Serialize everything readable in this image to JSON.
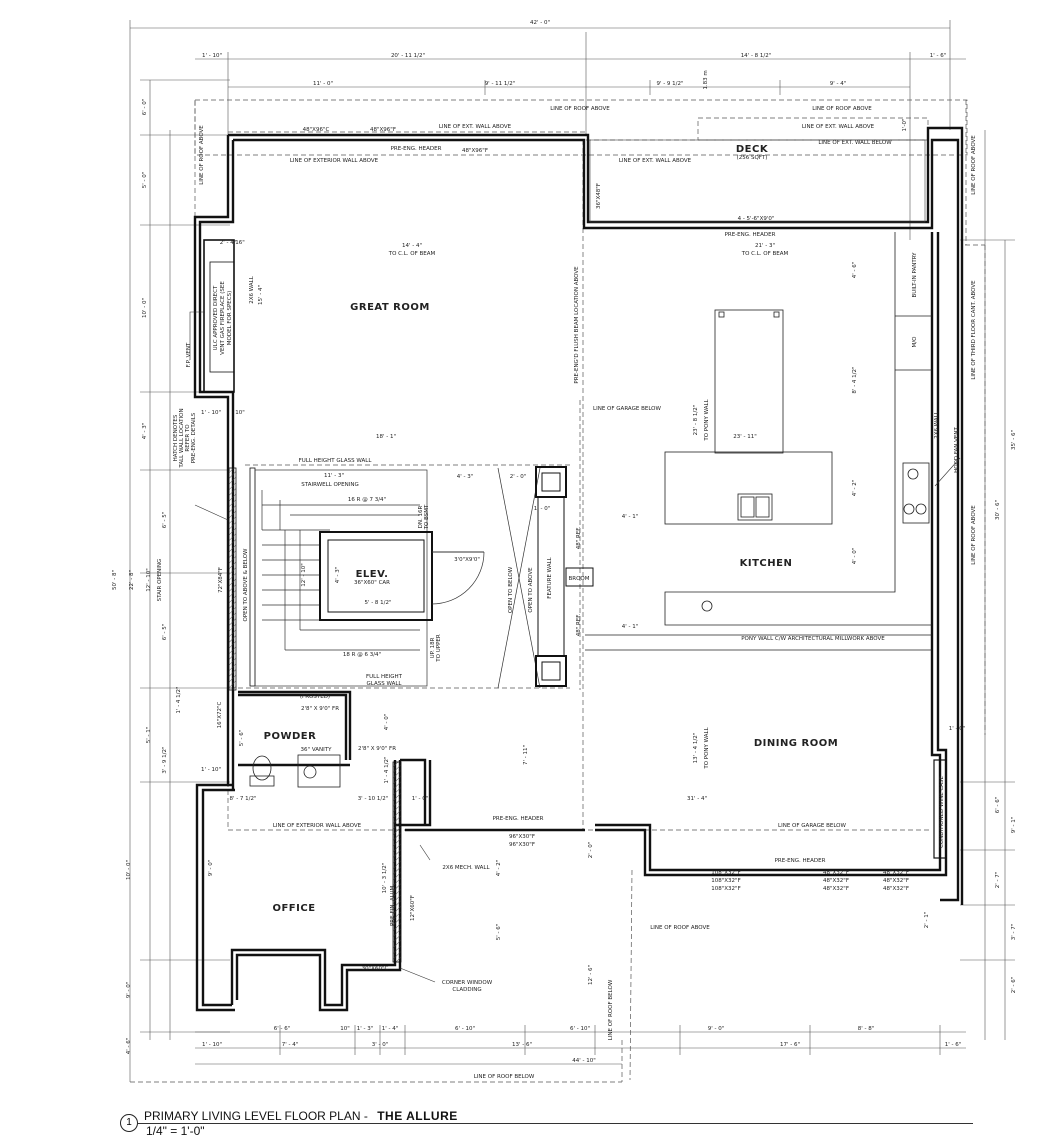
{
  "drawing": {
    "number": "1",
    "title": "PRIMARY LIVING LEVEL FLOOR PLAN -",
    "project": "THE ALLURE",
    "scale": "1/4\" = 1'-0\""
  },
  "rooms": {
    "great_room": "GREAT ROOM",
    "kitchen": "KITCHEN",
    "dining_room": "DINING ROOM",
    "office": "OFFICE",
    "powder": "POWDER",
    "elev": "ELEV.",
    "elev_car": "36\"X60\" CAR",
    "deck": "DECK",
    "deck_area": "(256 SQFT)",
    "broom": "BROOM"
  },
  "notes": {
    "roof_above_top": "LINE OF ROOF ABOVE",
    "ext_wall_above": "LINE OF EXT. WALL ABOVE",
    "ext_wall_above_2": "LINE OF EXT. WALL ABOVE",
    "ext_wall_above_3": "LINE OF EXT. WALL ABOVE",
    "ext_wall_below": "LINE OF EXT. WALL BELOW",
    "exterior_wall_above": "LINE OF EXTERIOR WALL ABOVE",
    "exterior_wall_above_2": "LINE OF EXTERIOR WALL ABOVE",
    "pre_eng_header_1": "PRE-ENG. HEADER",
    "pre_eng_header_2": "PRE-ENG. HEADER",
    "pre_eng_header_3": "PRE-ENG. HEADER",
    "pre_eng_header_4": "PRE-ENG. HEADER",
    "window_48x96c": "48\"X96\"C",
    "window_48x96f": "48\"X96\"F",
    "window_48x96f_2": "48\"X96\"F",
    "window_36x48f": "36\"X48\"F",
    "door_4_5x90": "4 - 5'-6\"X9'0\"",
    "to_cl_beam_1": "TO C.L. OF BEAM",
    "to_cl_beam_2": "TO C.L. OF BEAM",
    "flush_beam": "PRE-ENG'D FLUSH BEAM LOCATION ABOVE",
    "garage_below_1": "LINE OF GARAGE BELOW",
    "garage_below_2": "LINE OF GARAGE BELOW",
    "to_pony_wall_1": "TO PONY WALL",
    "to_pony_wall_2": "TO PONY WALL",
    "full_height_glass": "FULL HEIGHT GLASS WALL",
    "full_height_glass_2a": "FULL HEIGHT",
    "full_height_glass_2b": "GLASS WALL",
    "stairwell_opening": "STAIRWELL OPENING",
    "stair_down": "16 R @ 7 3/4\"",
    "stair_up": "18 R @ 6 3/4\"",
    "dn_to_bsmt_1": "DN. 16R",
    "dn_to_bsmt_2": "TO BSMT",
    "up_to_upper_1": "UP. 18R",
    "up_to_upper_2": "TO UPPER",
    "door_3x9": "3'0\"X9'0\"",
    "open_to_above_below": "OPEN TO ABOVE & BELOW",
    "open_to_below": "OPEN TO BELOW",
    "open_to_above": "OPEN TO ABOVE",
    "feature_wall": "FEATURE WALL",
    "ref_1": "48\" REF.",
    "ref_2": "48\" REF.",
    "pony_wall": "PONY WALL C/W ARCHITECTURAL MILLWORK ABOVE",
    "built_in_pantry": "BUILT-IN PANTRY",
    "mw": "M/O",
    "wall_2x6": "2X6 WALL",
    "wall_2x6_b": "2X6 WALL",
    "hood_fan": "HOOD FAN VENT",
    "roof_above_right": "LINE OF ROOF ABOVE",
    "roof_above_right_2": "LINE OF ROOF ABOVE",
    "third_floor_cant": "LINE OF THIRD FLOOR CANT. ABOVE",
    "roof_above_left": "LINE OF ROOF ABOVE",
    "fp_vent": "F.P. VENT",
    "fireplace_1": "ULC APPROVED DIRECT",
    "fireplace_2": "VENT GAS FIREPLACE (SEE",
    "fireplace_3": "MODEL FOR SPECS)",
    "hatch_1": "HATCH DENOTES",
    "hatch_2": "TALL WALL LOCATION",
    "hatch_3": "REFER TO",
    "hatch_4": "PRE-ENG. DETAILS",
    "stair_opening": "STAIR OPENING",
    "window_72x84": "72\"X84\"F",
    "window_16x72": "16\"X72\"C",
    "frosted": "(FROSTED)",
    "door_frosted": "2'8\" X 9'0\" FR",
    "door_powder": "2'8\" X 9'0\" FR",
    "vanity": "36\" VANITY",
    "mech_wall": "2X6 MECH. WALL",
    "door_96x30_1": "96\"X30\"F",
    "door_96x30_2": "96\"X30\"F",
    "win_108_1": "108\"X32\"F",
    "win_108_2": "108\"X32\"F",
    "win_108_3": "108\"X32\"F",
    "win_48_1": "48\"X32\"F",
    "win_48_2": "48\"X32\"F",
    "win_48_3": "48\"X32\"F",
    "win_48_4": "48\"X32\"F",
    "win_48_5": "48\"X32\"F",
    "win_48_6": "48\"X32\"F",
    "wine_case": "CONDITIONED WINE CASE",
    "roof_above_bottom": "LINE OF ROOF ABOVE",
    "roof_below_bottom": "LINE OF ROOF BELOW",
    "roof_below_vert": "LINE OF ROOF BELOW",
    "office_win": "12\"X60\"F",
    "corner_win": "30\"X60\"C",
    "corner_clad_1": "CORNER WINDOW",
    "corner_clad_2": "CLADDING",
    "pre_finished": "PRE-FIN. ALUM."
  },
  "dims": {
    "top_overall": "42' - 0\"",
    "top_a": "1' - 10\"",
    "top_b": "20' - 11 1/2\"",
    "top_c": "14' - 8 1/2\"",
    "top_d": "1' - 6\"",
    "top_e": "11' - 0\"",
    "top_f": "9' - 11 1/2\"",
    "top_g": "9' - 9 1/2\"",
    "top_h": "9' - 4\"",
    "top_i": "1'-0\"",
    "top_1_83": "1.83 m",
    "gr_width": "14' - 4\"",
    "kit_width": "21' - 3\"",
    "d_2_4": "2' - 4\"",
    "d_1_10": "1' - 10\"",
    "d_10": "10\"",
    "d_16": "16\"",
    "d_15_4": "15' - 4\"",
    "d_18_1": "18' - 1\"",
    "d_4_3": "4' - 3\"",
    "d_2_0": "2' - 0\"",
    "d_1_0": "1' - 0\"",
    "d_11_3": "11' - 3\"",
    "d_12_10": "12' - 10\"",
    "d_4_3b": "4' - 3\"",
    "d_5_8": "5' - 8 1/2\"",
    "d_23_11": "23' - 11\"",
    "d_23_8": "23' - 8 1/2\"",
    "d_4_1": "4' - 1\"",
    "d_4_1b": "4' - 1\"",
    "d_4_6": "4' - 6\"",
    "d_8_4": "8' - 4 1/2\"",
    "d_4_2": "4' - 2\"",
    "d_4_0": "4' - 0\"",
    "d_4_0b": "4' - 0\"",
    "d_13_4": "13' - 4 1/2\"",
    "d_31_4": "31' - 4\"",
    "d_7_11": "7' - 11\"",
    "d_1_0b": "1' - 0\"",
    "d_2_0b": "2' - 0\"",
    "d_4_2b": "4' - 2\"",
    "d_5_6": "5' - 6\"",
    "d_10_3": "10' - 3 1/2\"",
    "d_12_6": "12' - 6\"",
    "d_9_0": "9' - 0\"",
    "d_8_7": "8' - 7 1/2\"",
    "d_3_10": "3' - 10 1/2\"",
    "d_1_4": "1' - 4 1/2\"",
    "d_5_6b": "5' - 6\"",
    "d_1_10b": "1' - 10\"",
    "d_2_1": "2' - 1\"",
    "d_1_0c": "1' - 0\"",
    "left_6_0": "6' - 0\"",
    "left_5_0": "5' - 0\"",
    "left_10_0": "10' - 0\"",
    "left_4_3": "4' - 3\"",
    "left_6_5": "6' - 5\"",
    "left_12_10": "12' - 10\"",
    "left_22_8": "22' - 8\"",
    "left_50_8": "50' - 8\"",
    "left_6_5b": "6' - 5\"",
    "left_1_4": "1' - 4 1/2\"",
    "left_5_1": "5' - 1\"",
    "left_3_9": "3' - 9 1/2\"",
    "left_10_0b": "10' - 0\"",
    "left_9_0": "9' - 0\"",
    "left_4_6": "4' - 6\"",
    "right_35_6": "35' - 6\"",
    "right_30_6": "30' - 6\"",
    "right_6_6": "6' - 6\"",
    "right_9_1": "9' - 1\"",
    "right_2_7": "2' - 7\"",
    "right_3_7": "3' - 7\"",
    "right_2_6": "2' - 6\"",
    "bot_6_6": "6' - 6\"",
    "bot_10": "10\"",
    "bot_1_3": "1' - 3\"",
    "bot_1_4": "1' - 4\"",
    "bot_6_10": "6' - 10\"",
    "bot_6_10b": "6' - 10\"",
    "bot_9_0": "9' - 0\"",
    "bot_8_8": "8' - 8\"",
    "bot_1_10": "1' - 10\"",
    "bot_7_4": "7' - 4\"",
    "bot_3_0": "3' - 0\"",
    "bot_13_6": "13' - 6\"",
    "bot_17_6": "17' - 6\"",
    "bot_1_6": "1' - 6\"",
    "bot_overall": "44' - 10\""
  }
}
